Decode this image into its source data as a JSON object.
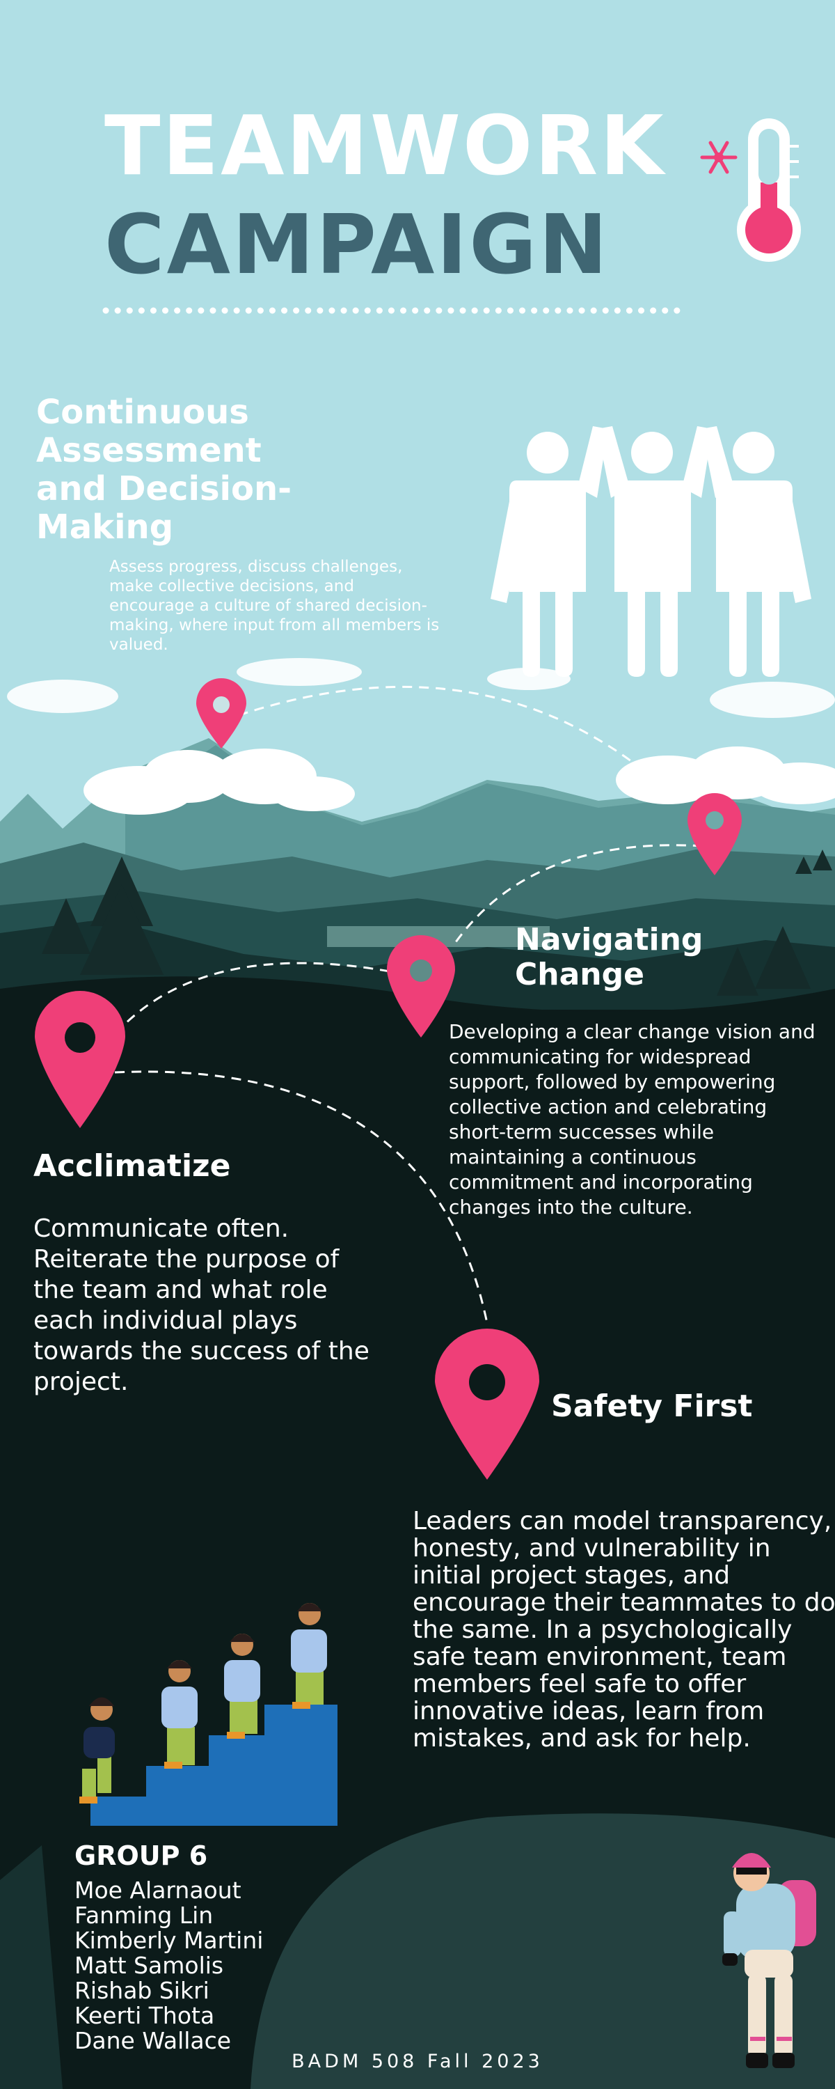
{
  "title": {
    "line1": "TEAMWORK",
    "line2": "CAMPAIGN"
  },
  "colors": {
    "sky": "#b0dfe5",
    "accent_pink": "#ef3f78",
    "dark_teal": "#3f6673",
    "night_ground": "#0c1b1a",
    "stairs_blue": "#1e6fb8"
  },
  "icons": [
    "thermometer-icon",
    "snowflake-icon",
    "team-high-five-icon",
    "map-pin-icon"
  ],
  "sections": {
    "assessment": {
      "heading": "Continuous Assessment and Decision-Making",
      "body": "Assess progress, discuss challenges, make collective decisions, and encourage a culture of shared decision-making, where input from all members is valued."
    },
    "navigating_change": {
      "heading": "Navigating Change",
      "body": "Developing a clear change vision and communicating for widespread support, followed by empowering collective action and celebrating short-term successes while maintaining a continuous commitment and incorporating changes into the culture."
    },
    "acclimatize": {
      "heading": "Acclimatize",
      "body": "Communicate often. Reiterate the purpose of the team and what role each individual plays towards the success of the project."
    },
    "safety_first": {
      "heading": "Safety First",
      "body": "Leaders can model transparency, honesty, and vulnerability in initial project stages, and encourage their teammates to do the same. In a psychologically safe team environment, team members feel safe to offer innovative ideas, learn from mistakes, and ask for help."
    }
  },
  "group": {
    "heading": "GROUP 6",
    "members": [
      "Moe Alarnaout",
      "Fanming Lin",
      "Kimberly Martini",
      "Matt Samolis",
      "Rishab Sikri",
      "Keerti Thota",
      "Dane Wallace"
    ]
  },
  "footer": "BADM 508 Fall 2023"
}
